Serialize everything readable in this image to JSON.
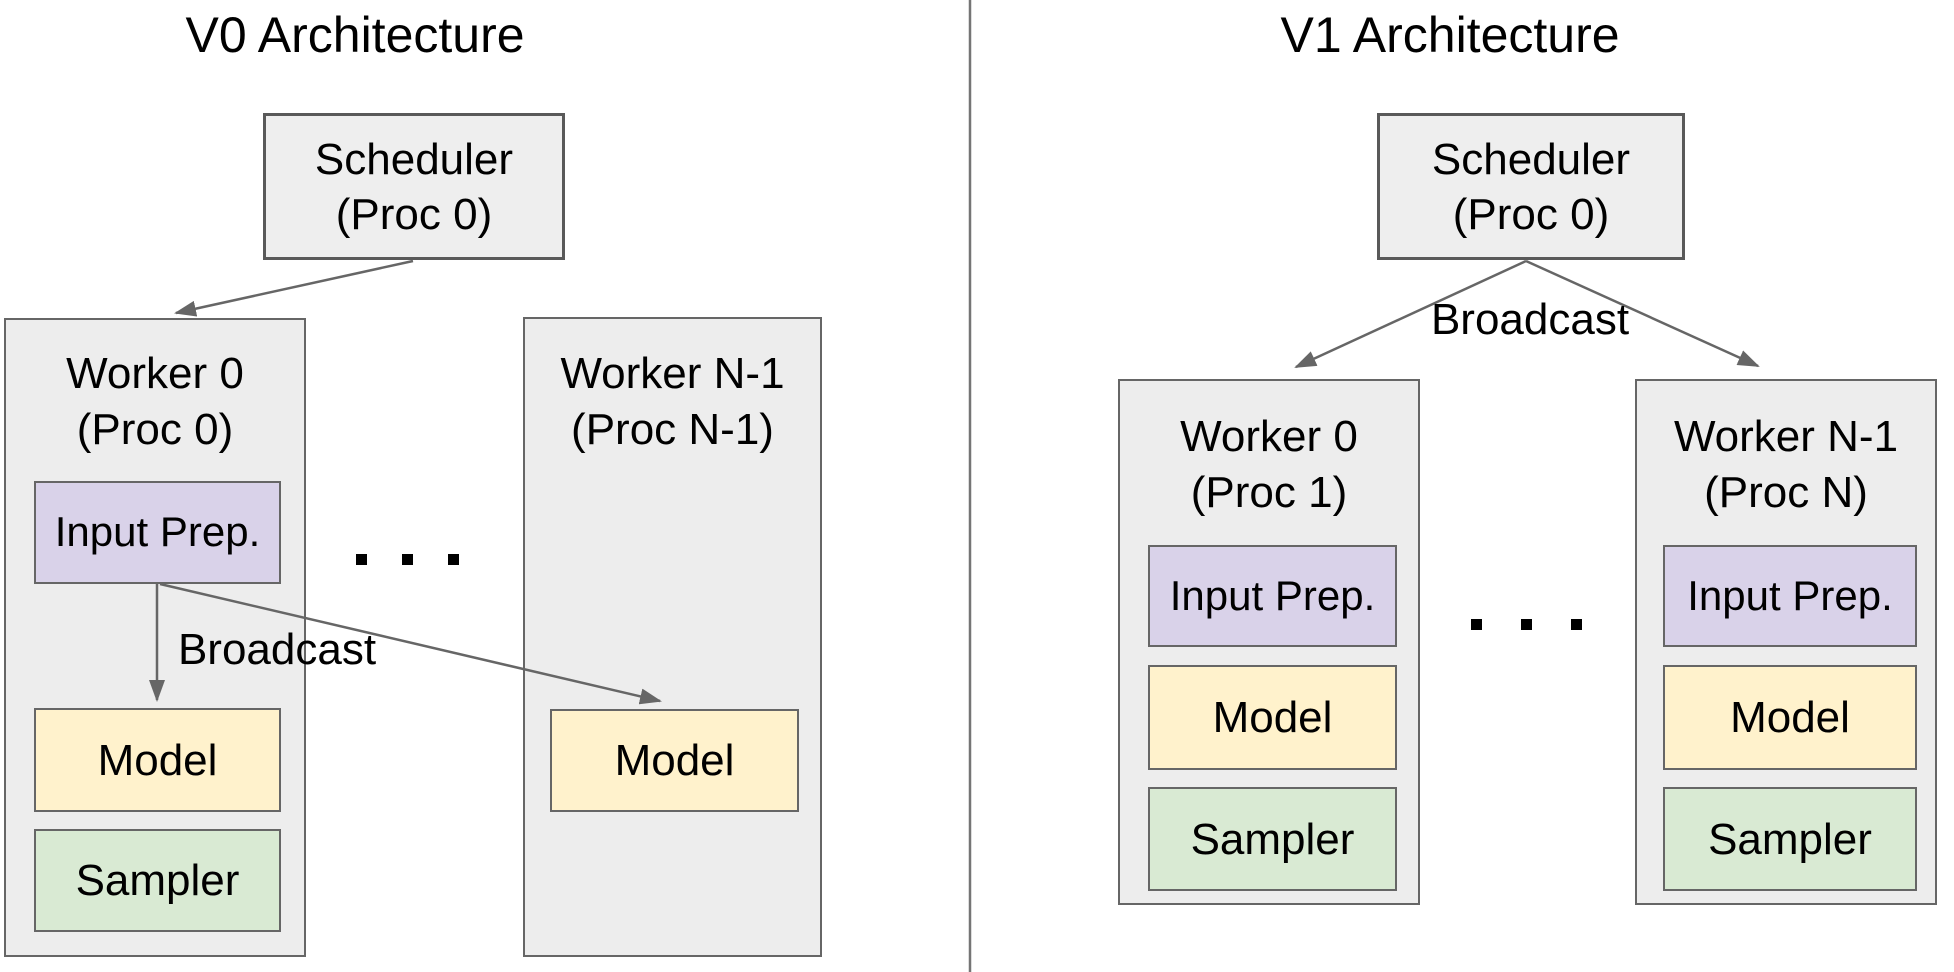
{
  "diagram": {
    "kind": "architecture-comparison",
    "colors": {
      "container_fill": "#ededed",
      "scheduler_fill": "#eeeeee",
      "input_prep_fill": "#d9d2e9",
      "model_fill": "#fff2cc",
      "sampler_fill": "#d9ead3",
      "border": "#666666",
      "arrow": "#666666",
      "divider": "#757575",
      "text": "#000000"
    },
    "v0": {
      "title": "V0 Architecture",
      "scheduler": {
        "name": "Scheduler",
        "proc": "(Proc 0)"
      },
      "broadcast": "Broadcast",
      "worker0": {
        "name": "Worker 0",
        "proc": "(Proc 0)",
        "input_prep": "Input Prep.",
        "model": "Model",
        "sampler": "Sampler"
      },
      "workerN": {
        "name": "Worker N-1",
        "proc": "(Proc N-1)",
        "model": "Model"
      }
    },
    "v1": {
      "title": "V1 Architecture",
      "scheduler": {
        "name": "Scheduler",
        "proc": "(Proc 0)"
      },
      "broadcast": "Broadcast",
      "worker0": {
        "name": "Worker 0",
        "proc": "(Proc 1)",
        "input_prep": "Input Prep.",
        "model": "Model",
        "sampler": "Sampler"
      },
      "workerN": {
        "name": "Worker N-1",
        "proc": "(Proc N)",
        "input_prep": "Input Prep.",
        "model": "Model",
        "sampler": "Sampler"
      }
    }
  }
}
